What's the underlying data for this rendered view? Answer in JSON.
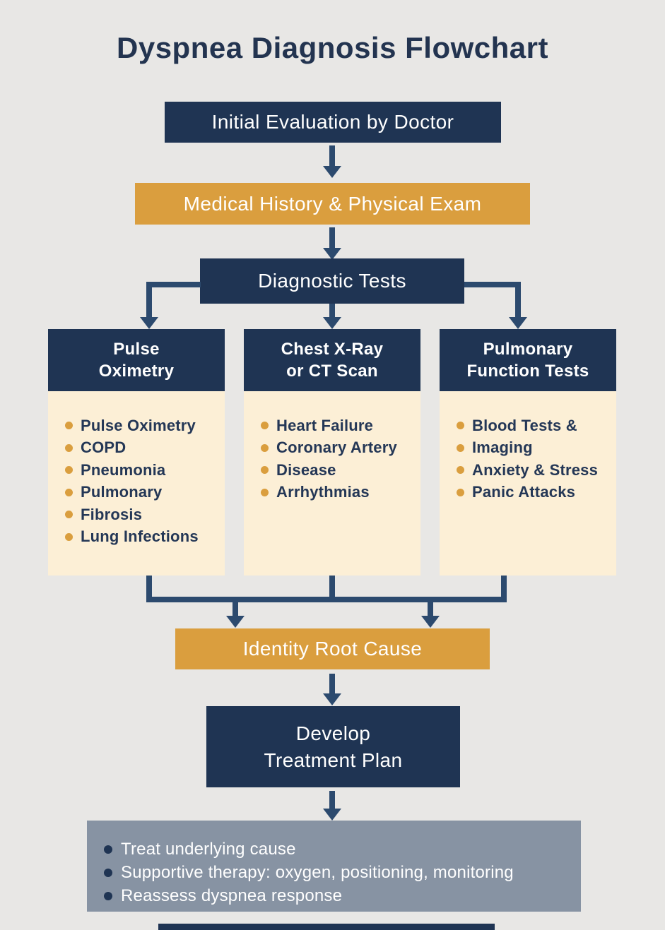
{
  "title": "Dyspnea Diagnosis Flowchart",
  "colors": {
    "navy": "#1F3453",
    "gold": "#DA9E3E",
    "cream": "#FCEFD6",
    "gray": "#8793A3",
    "background": "#E8E7E5",
    "arrow": "#2C4A6E",
    "ink": "#233450",
    "list_text": "#243756",
    "text_light": "#FFFFFF"
  },
  "nodes": {
    "initial": {
      "label": "Initial Evaluation by Doctor"
    },
    "history": {
      "label": "Medical History & Physical Exam"
    },
    "diagnostic": {
      "label": "Diagnostic Tests"
    },
    "root_cause": {
      "label": "Identity Root Cause"
    },
    "treatment": {
      "lines": [
        "Develop",
        "Treatment Plan"
      ]
    }
  },
  "columns": [
    {
      "title_lines": [
        "Pulse",
        "Oximetry"
      ],
      "items": [
        "Pulse Oximetry",
        "COPD",
        "Pneumonia",
        "Pulmonary",
        "Fibrosis",
        "Lung Infections"
      ]
    },
    {
      "title_lines": [
        "Chest X-Ray",
        "or CT Scan"
      ],
      "items": [
        "Heart Failure",
        "Coronary Artery",
        "Disease",
        "Arrhythmias"
      ]
    },
    {
      "title_lines": [
        "Pulmonary",
        "Function Tests"
      ],
      "items": [
        "Blood Tests &",
        "Imaging",
        "Anxiety & Stress",
        "Panic Attacks"
      ]
    }
  ],
  "outcome": {
    "items": [
      "Treat underlying cause",
      "Supportive therapy: oxygen, positioning, monitoring",
      "Reassess dyspnea response"
    ]
  }
}
